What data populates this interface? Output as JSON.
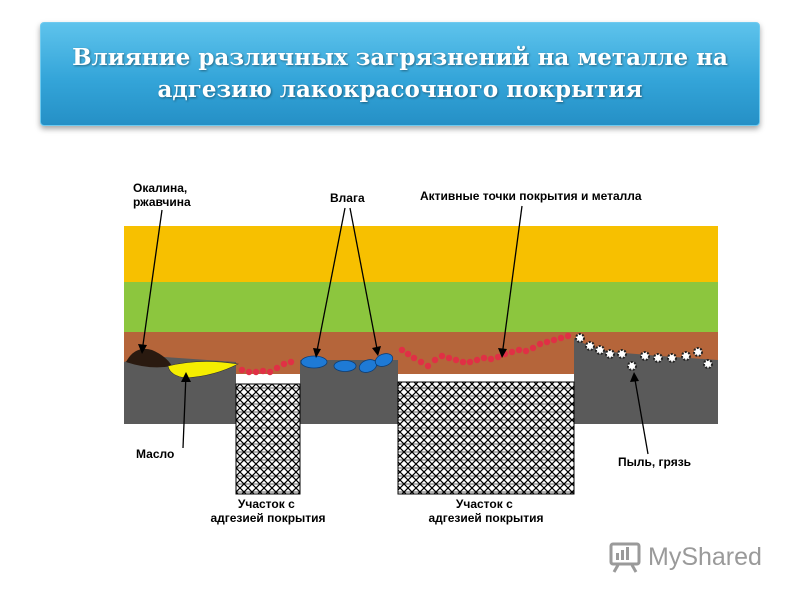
{
  "title": "Влияние различных загрязнений на металле на адгезию лакокрасочного покрытия",
  "labels": {
    "scale": "Окалина,\nржавчина",
    "moisture": "Влага",
    "active_points": "Активные точки покрытия и металла",
    "oil": "Масло",
    "dust": "Пыль, грязь",
    "adhesion_zone_1": "Участок с\nадгезией покрытия",
    "adhesion_zone_2": "Участок с\nадгезией покрытия"
  },
  "colors": {
    "banner": "#34a5d9",
    "layer_top": "#f7c000",
    "layer_middle": "#8cc63e",
    "layer_primer": "#b5653a",
    "metal": "#5a5a5a",
    "active_points": "#e03045",
    "moisture": "#1e7ad6",
    "oil": "#f5ee00",
    "scale": "#2a1a10"
  },
  "watermark": {
    "text": "MyShared",
    "icon": "presentation-board-icon"
  }
}
